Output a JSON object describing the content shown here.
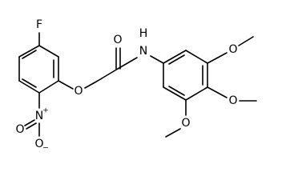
{
  "atoms": {
    "fluorine": "F",
    "nitro_nitrogen": "N",
    "nitro_n_charge": "+",
    "nitro_oxygen_lower": "O",
    "nitro_o_charge": "−",
    "nitro_oxygen_left": "O",
    "ether_oxygen": "O",
    "carbonyl_oxygen": "O",
    "amide_nitrogen": "N",
    "amide_hydrogen": "H",
    "methoxy_oxygen_top": "O",
    "methoxy_oxygen_middle": "O",
    "methoxy_oxygen_bottom": "O"
  }
}
